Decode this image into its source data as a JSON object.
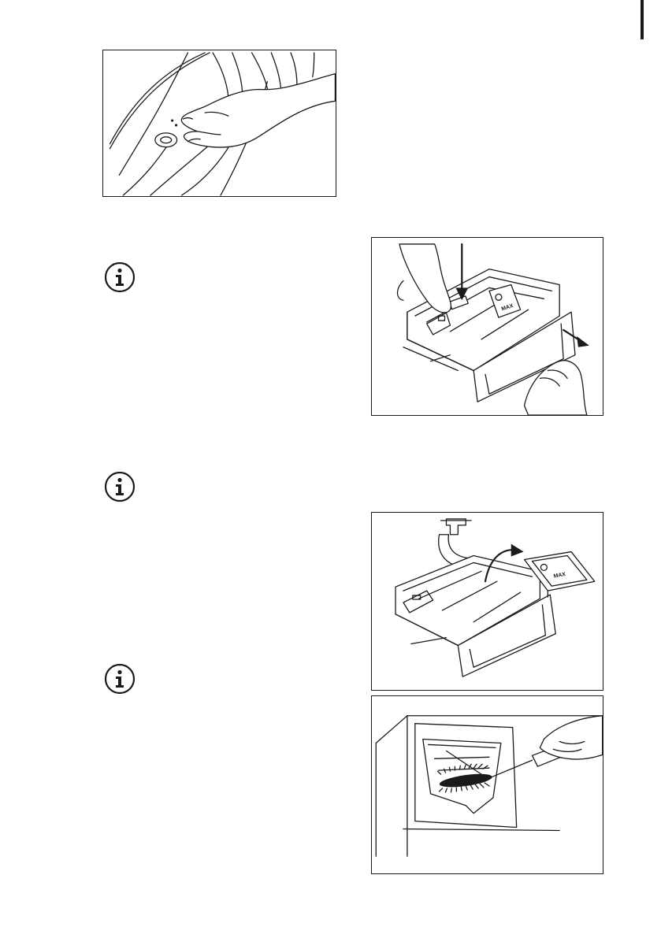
{
  "figures": {
    "door_seal": {
      "icon": "hand-on-door-seal-illustration"
    },
    "dispenser_removal": {
      "icon": "dispenser-drawer-removal-illustration"
    },
    "dispenser_rinse": {
      "icon": "dispenser-rinse-under-tap-illustration",
      "flap_label": "MAX"
    },
    "recess_brush": {
      "icon": "dispenser-recess-brush-cleaning-illustration"
    }
  },
  "notes": [
    {
      "icon": "info-icon"
    },
    {
      "icon": "info-icon"
    },
    {
      "icon": "info-icon"
    }
  ],
  "colors": {
    "ink": "#1a1a1a",
    "paper": "#ffffff"
  }
}
